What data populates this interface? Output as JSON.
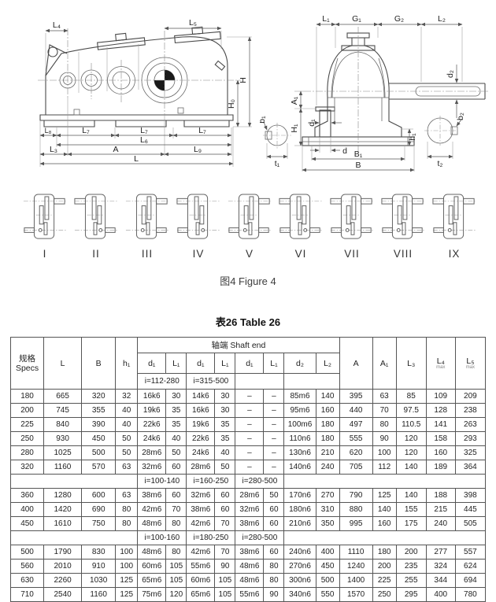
{
  "page": {
    "figure_caption": "图4 Figure 4",
    "table_title": "表26 Table 26"
  },
  "colors": {
    "paper": "#ffffff",
    "ink": "#222222",
    "line": "#555555",
    "table_border": "#333333"
  },
  "drawings": {
    "side_view": {
      "l4": "L₄",
      "l5": "L₅",
      "h": "H",
      "h0": "H₀",
      "l8": "L₈",
      "l7a": "L₇",
      "l7b": "L₇",
      "l7c": "L₇",
      "l6": "L₆",
      "l3": "L₃",
      "a": "A",
      "l9": "L₉",
      "l": "L"
    },
    "end_view": {
      "l1": "L₁",
      "g1": "G₁",
      "g2": "G₂",
      "l2": "L₂",
      "d2": "d₂",
      "a1": "A₁",
      "h1": "H₁",
      "d1": "d₁",
      "h1s": "h₁",
      "d": "d",
      "b1_dim": "B₁",
      "b": "B",
      "kb1": "b₁",
      "kt1": "t₁",
      "kb2": "b₂",
      "kt2": "t₂"
    }
  },
  "variants": [
    {
      "label": "I",
      "top": [
        "right"
      ],
      "bottom": [
        "left"
      ]
    },
    {
      "label": "II",
      "top": [
        "left"
      ],
      "bottom": [
        "right"
      ]
    },
    {
      "label": "III",
      "top": [
        "right"
      ],
      "bottom": [
        "right"
      ]
    },
    {
      "label": "IV",
      "top": [
        "left"
      ],
      "bottom": [
        "left"
      ]
    },
    {
      "label": "V",
      "top": [
        "right"
      ],
      "bottom": [
        "left",
        "right"
      ]
    },
    {
      "label": "VI",
      "top": [
        "left"
      ],
      "bottom": [
        "left",
        "right"
      ]
    },
    {
      "label": "VII",
      "top": [
        "left",
        "right"
      ],
      "bottom": [
        "left",
        "right"
      ]
    },
    {
      "label": "VIII",
      "top": [
        "left",
        "right"
      ],
      "bottom": [
        "left",
        "right"
      ]
    },
    {
      "label": "IX",
      "top": [
        "left",
        "right"
      ],
      "bottom": [
        "left"
      ]
    }
  ],
  "table": {
    "header": {
      "specs_cn": "规格",
      "specs_en": "Specs",
      "col_L": "L",
      "col_B": "B",
      "col_h1": "h₁",
      "shaft_end": "轴端  Shaft end",
      "sub_cols": [
        "d₁",
        "L₁",
        "d₁",
        "L₁",
        "d₁",
        "L₁",
        "d₂",
        "L₂"
      ],
      "ratio_cells": [
        "i=112-280",
        "i=315-500"
      ],
      "col_A": "A",
      "col_A1": "A₁",
      "col_L3": "L₃",
      "col_L4": "L₄",
      "col_L4_note": "max",
      "col_L5": "L₅",
      "col_L5_note": "max"
    },
    "rows": [
      {
        "type": "data",
        "cells": [
          "180",
          "665",
          "320",
          "32",
          "16k6",
          "30",
          "14k6",
          "30",
          "–",
          "–",
          "85m6",
          "140",
          "395",
          "63",
          "85",
          "109",
          "209"
        ]
      },
      {
        "type": "data",
        "cells": [
          "200",
          "745",
          "355",
          "40",
          "19k6",
          "35",
          "16k6",
          "30",
          "–",
          "–",
          "95m6",
          "160",
          "440",
          "70",
          "97.5",
          "128",
          "238"
        ]
      },
      {
        "type": "data",
        "cells": [
          "225",
          "840",
          "390",
          "40",
          "22k6",
          "35",
          "19k6",
          "35",
          "–",
          "–",
          "100m6",
          "180",
          "497",
          "80",
          "110.5",
          "141",
          "263"
        ]
      },
      {
        "type": "data",
        "cells": [
          "250",
          "930",
          "450",
          "50",
          "24k6",
          "40",
          "22k6",
          "35",
          "–",
          "–",
          "110n6",
          "180",
          "555",
          "90",
          "120",
          "158",
          "293"
        ]
      },
      {
        "type": "data",
        "cells": [
          "280",
          "1025",
          "500",
          "50",
          "28m6",
          "50",
          "24k6",
          "40",
          "–",
          "–",
          "130n6",
          "210",
          "620",
          "100",
          "120",
          "160",
          "325"
        ]
      },
      {
        "type": "data",
        "cells": [
          "320",
          "1160",
          "570",
          "63",
          "32m6",
          "60",
          "28m6",
          "50",
          "–",
          "–",
          "140n6",
          "240",
          "705",
          "112",
          "140",
          "189",
          "364"
        ]
      },
      {
        "type": "separator",
        "cells": [
          "i=100-140",
          "i=160-250",
          "i=280-500"
        ]
      },
      {
        "type": "data",
        "cells": [
          "360",
          "1280",
          "600",
          "63",
          "38m6",
          "60",
          "32m6",
          "60",
          "28m6",
          "50",
          "170n6",
          "270",
          "790",
          "125",
          "140",
          "188",
          "398"
        ]
      },
      {
        "type": "data",
        "cells": [
          "400",
          "1420",
          "690",
          "80",
          "42m6",
          "70",
          "38m6",
          "60",
          "32m6",
          "60",
          "180n6",
          "310",
          "880",
          "140",
          "155",
          "215",
          "445"
        ]
      },
      {
        "type": "data",
        "cells": [
          "450",
          "1610",
          "750",
          "80",
          "48m6",
          "80",
          "42m6",
          "70",
          "38m6",
          "60",
          "210n6",
          "350",
          "995",
          "160",
          "175",
          "240",
          "505"
        ]
      },
      {
        "type": "separator",
        "cells": [
          "i=100-160",
          "i=180-250",
          "i=280-500"
        ]
      },
      {
        "type": "data",
        "cells": [
          "500",
          "1790",
          "830",
          "100",
          "48m6",
          "80",
          "42m6",
          "70",
          "38m6",
          "60",
          "240n6",
          "400",
          "1110",
          "180",
          "200",
          "277",
          "557"
        ]
      },
      {
        "type": "data",
        "cells": [
          "560",
          "2010",
          "910",
          "100",
          "60m6",
          "105",
          "55m6",
          "90",
          "48m6",
          "80",
          "270n6",
          "450",
          "1240",
          "200",
          "235",
          "324",
          "624"
        ]
      },
      {
        "type": "data",
        "cells": [
          "630",
          "2260",
          "1030",
          "125",
          "65m6",
          "105",
          "60m6",
          "105",
          "48m6",
          "80",
          "300n6",
          "500",
          "1400",
          "225",
          "255",
          "344",
          "694"
        ]
      },
      {
        "type": "data",
        "cells": [
          "710",
          "2540",
          "1160",
          "125",
          "75m6",
          "120",
          "65m6",
          "105",
          "55m6",
          "90",
          "340n6",
          "550",
          "1570",
          "250",
          "295",
          "400",
          "780"
        ]
      }
    ]
  }
}
